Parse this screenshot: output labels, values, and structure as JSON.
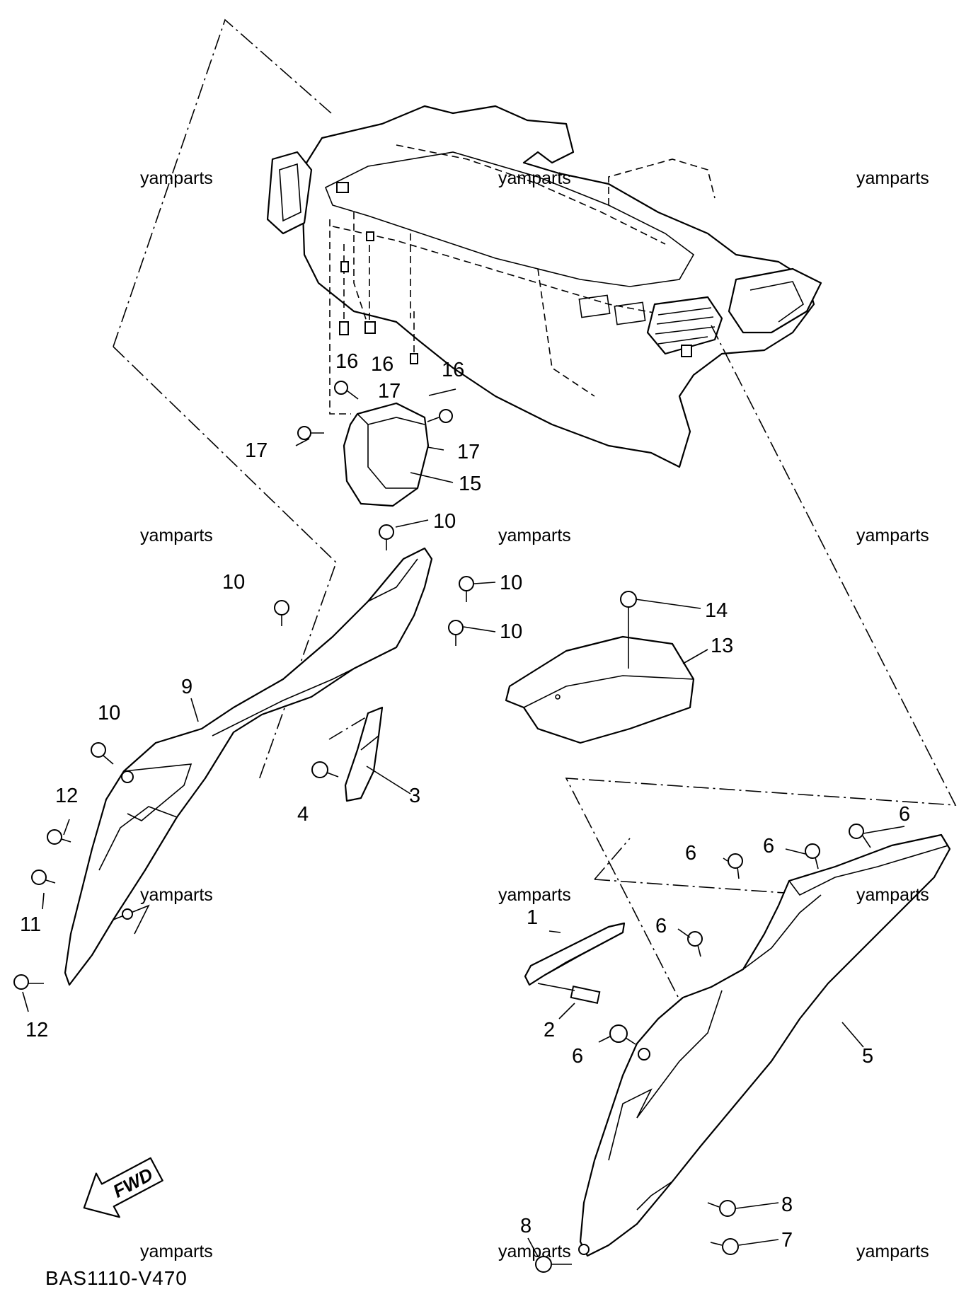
{
  "callouts": {
    "c1": "1",
    "c2": "2",
    "c3": "3",
    "c4": "4",
    "c5": "5",
    "c6a": "6",
    "c6b": "6",
    "c6c": "6",
    "c6d": "6",
    "c6e": "6",
    "c7": "7",
    "c8a": "8",
    "c8b": "8",
    "c9": "9",
    "c10a": "10",
    "c10b": "10",
    "c10c": "10",
    "c10d": "10",
    "c10e": "10",
    "c11": "11",
    "c12a": "12",
    "c12b": "12",
    "c13": "13",
    "c14": "14",
    "c15": "15",
    "c16a": "16",
    "c16b": "16",
    "c16c": "16",
    "c17a": "17",
    "c17b": "17",
    "c17c": "17"
  },
  "watermarks": {
    "w1": "yamparts",
    "w2": "yamparts",
    "w3": "yamparts",
    "w4": "yamparts",
    "w5": "yamparts",
    "w6": "yamparts",
    "w7": "yamparts",
    "w8": "yamparts",
    "w9": "yamparts",
    "w10": "yamparts",
    "w11": "yamparts",
    "w12": "yamparts"
  },
  "fwd_label": "FWD",
  "diagram_code": "BAS1110-V470"
}
